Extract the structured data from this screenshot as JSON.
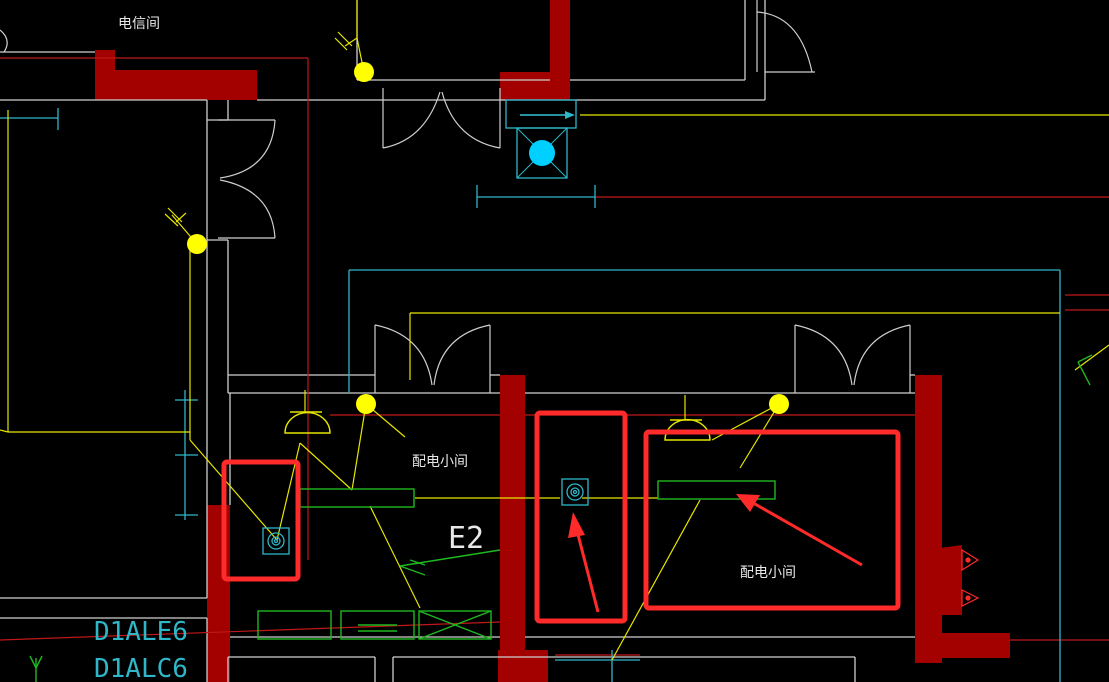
{
  "rooms": {
    "telecom_room": "电信间",
    "distribution_room_left": "配电小间",
    "distribution_room_right": "配电小间"
  },
  "labels": {
    "e2": "E2",
    "circuit_1": "D1ALE6",
    "circuit_2": "D1ALC6"
  },
  "colors": {
    "background": "#000000",
    "wall_fill": "#a30000",
    "wall_line": "#cfcfcf",
    "wire_yellow": "#e6e600",
    "cyan": "#2fb6c8",
    "green": "#1fb81f",
    "annotation_red": "#ff2a2a",
    "bulb_yellow": "#ffff00",
    "fan_cyan": "#00d0ff"
  },
  "icons": [
    "light-fixture-icon",
    "exhaust-fan-icon",
    "smoke-detector-icon",
    "fluorescent-lamp-icon",
    "arrow-icon"
  ]
}
